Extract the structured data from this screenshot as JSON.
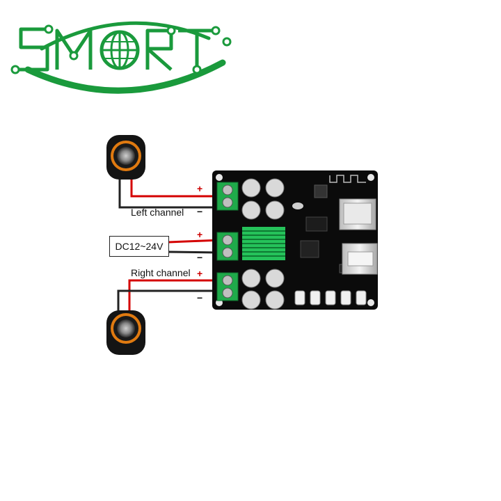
{
  "logo": {
    "text": "SMORT",
    "brand_color": "#1a9a3c",
    "style": "green outline lettering with swoosh arcs and globe in the O"
  },
  "diagram": {
    "left_channel_label": "Left channel",
    "right_channel_label": "Right channel",
    "power_label": "DC12~24V",
    "plus_sign": "+",
    "minus_sign": "−",
    "wire_positive_color": "#d40000",
    "wire_negative_color": "#222222",
    "board_color": "#0b0b0b",
    "heatsink_color": "#25c25a",
    "terminal_color": "#1faa4a",
    "speaker_icon": "speaker-icon"
  }
}
